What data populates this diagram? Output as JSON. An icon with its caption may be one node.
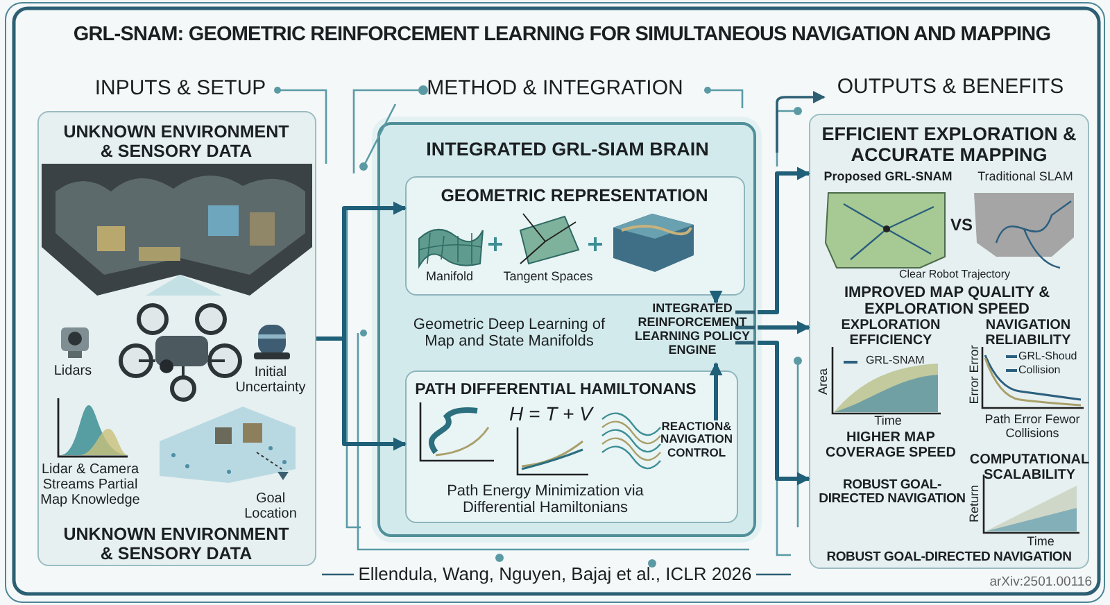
{
  "diagram": {
    "title": "GRL-SNAM: GEOMETRIC REINFORCEMENT LEARNING FOR SIMULTANEOUS NAVIGATION AND MAPPING",
    "caption": "Ellendula, Wang, Nguyen, Bajaj et al., ICLR 2026",
    "nodes": [
      {
        "text": [
          "UNKNOWN ENVIRONMENT & SENSORY DATA",
          "UNKNOWN ENVIRONMENT & SENSORY DATA"
        ]
      },
      {
        "text": [
          "INTEGRATED GRL-SIAM BRAIN"
        ]
      },
      {
        "text": [
          "GEOMETRIC REPRESENTATION"
        ],
        "in": 1
      },
      {
        "text": [
          "INTEGRATED REINFORCEMENT LEARNING POLICY ENGINE"
        ],
        "in": 1
      },
      {
        "text": [
          "PATH DIFFERENTIAL HAMILTONANS",
          "Path Energy Minimization via Differential Hamiltonians"
        ],
        "in": 1
      },
      {
        "text": [
          "REACTION& NAVIGATION CONTROL"
        ],
        "in": 4
      },
      {
        "text": [
          "EFFICIENT EXPLORATION & ACCURATE MAPPING"
        ]
      }
    ],
    "edges": [
      {
        "from": 0,
        "to": 2,
        "arrow": "to"
      },
      {
        "from": 0,
        "to": 4,
        "arrow": "to"
      },
      {
        "from": 2,
        "to": 3,
        "arrow": "to"
      },
      {
        "from": 5,
        "to": 3,
        "arrow": "to"
      },
      {
        "from": 3,
        "to": 6,
        "arrow": "to"
      },
      {
        "from": 3,
        "to": 6,
        "arrow": "to"
      },
      {
        "from": 3,
        "to": 6,
        "arrow": "to"
      }
    ],
    "labels": [
      "INPUTS & SETUP",
      "METHOD & INTEGRATION",
      "OUTPUTS & BENEFITS",
      "Proposed GRL-SNAM",
      "Traditional SLAM",
      "VS",
      "Lidars",
      "Initial Uncertainty",
      "Manifold",
      "Tangent Spaces",
      "Clear Robot Trajectory",
      "IMPROVED MAP QUALITY & EXPLORATION SPEED",
      "Geometric Deep Learning of Map and State Manifolds",
      "EXPLORATION EFFICIENCY",
      "NAVIGATION RELIABILITY",
      "GRL-SNAM",
      "GRL-Shoud",
      "Collision",
      "Area",
      "Error Error",
      "Time",
      "Path Error Fewor Collisions",
      "HIGHER MAP COVERAGE SPEED",
      "H = T + V",
      "COMPUTATIONAL SCALABILITY",
      "Lidar & Camera Streams Partial Map Knowledge",
      "Goal Location",
      "ROBUST GOAL-DIRECTED NAVIGATION",
      "Return",
      "Time",
      "ROBUST GOAL-DIRECTED NAVIGATION",
      "arXiv:2501.00116"
    ]
  }
}
